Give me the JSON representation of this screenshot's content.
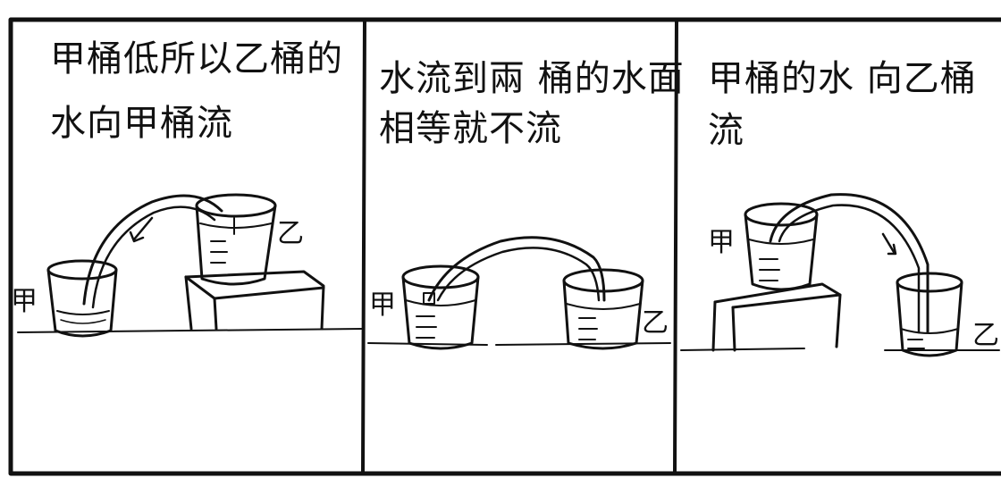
{
  "panels": [
    {
      "caption_line1": "甲桶低所以乙桶的",
      "caption_line2": "水向甲桶流",
      "label_a": "甲",
      "label_b": "乙"
    },
    {
      "caption_line1": "水流到兩 桶的水面",
      "caption_line2": "相等就不流",
      "label_a": "甲",
      "label_b": "乙"
    },
    {
      "caption_line1": "甲桶的水 向乙桶",
      "caption_line2": "流",
      "label_a": "甲",
      "label_b": "乙"
    }
  ]
}
